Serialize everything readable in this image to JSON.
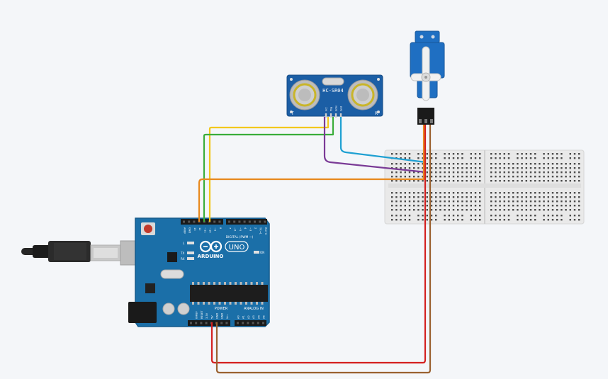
{
  "sensor": {
    "name": "HC-SR04",
    "pins": [
      "Vcc",
      "Trig",
      "Echo",
      "Gnd"
    ],
    "corner_left": "T",
    "corner_right": "R"
  },
  "arduino": {
    "logo": "ARDUINO",
    "model": "UNO",
    "on_label": "ON",
    "led_l": "L",
    "led_tx": "TX",
    "led_rx": "RX",
    "digital_label": "DIGITAL (PWM ~)",
    "power_label": "POWER",
    "analog_label": "ANALOG IN",
    "top_pins": [
      "AREF",
      "GND",
      "13",
      "12",
      "~11",
      "~10",
      "~9",
      "8",
      "7",
      "~6",
      "~5",
      "4",
      "~3",
      "2",
      "TX→1",
      "RX←0"
    ],
    "power_pins": [
      "IOREF",
      "RESET",
      "3.3V",
      "5V",
      "GND",
      "GND",
      "Vin"
    ],
    "analog_pins": [
      "A0",
      "A1",
      "A2",
      "A3",
      "A4",
      "A5"
    ]
  },
  "wire_colors": {
    "yellow": "#f2c81e",
    "green": "#3aad3a",
    "blue": "#1ea0d2",
    "purple": "#7a3a96",
    "orange": "#e8891e",
    "red": "#d42020",
    "brown": "#9a6130"
  }
}
